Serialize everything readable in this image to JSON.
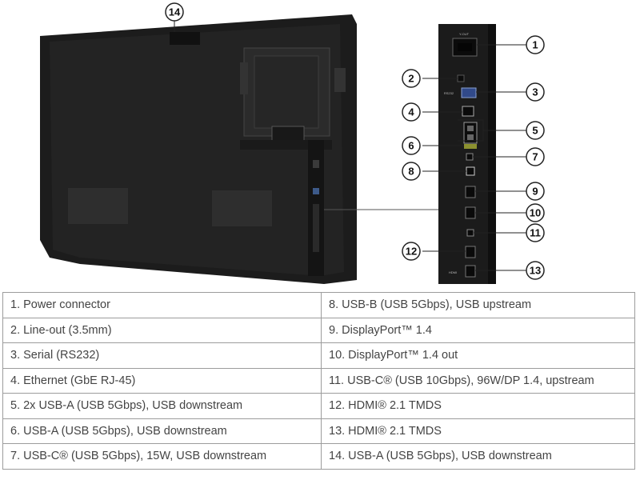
{
  "callouts": [
    {
      "n": "1"
    },
    {
      "n": "2"
    },
    {
      "n": "3"
    },
    {
      "n": "4"
    },
    {
      "n": "5"
    },
    {
      "n": "6"
    },
    {
      "n": "7"
    },
    {
      "n": "8"
    },
    {
      "n": "9"
    },
    {
      "n": "10"
    },
    {
      "n": "11"
    },
    {
      "n": "12"
    },
    {
      "n": "13"
    },
    {
      "n": "14"
    }
  ],
  "panel_labels": {
    "power": "Y-OUT",
    "rs232": "RS232",
    "hdmi": "HDMI"
  },
  "table": {
    "rows": [
      [
        "1.  Power connector",
        "8.  USB-B (USB 5Gbps), USB upstream"
      ],
      [
        "2.  Line-out (3.5mm)",
        "9.  DisplayPort™ 1.4"
      ],
      [
        "3.  Serial (RS232)",
        "10. DisplayPort™ 1.4 out"
      ],
      [
        "4.  Ethernet (GbE RJ-45)",
        "11.  USB-C® (USB 10Gbps), 96W/DP 1.4, upstream"
      ],
      [
        "5.  2x USB-A (USB 5Gbps), USB downstream",
        "12. HDMI® 2.1 TMDS"
      ],
      [
        "6.  USB-A (USB 5Gbps), USB downstream",
        "13. HDMI® 2.1 TMDS"
      ],
      [
        "7.  USB-C® (USB 5Gbps), 15W, USB downstream",
        "14. USB-A (USB 5Gbps), USB downstream"
      ]
    ]
  }
}
